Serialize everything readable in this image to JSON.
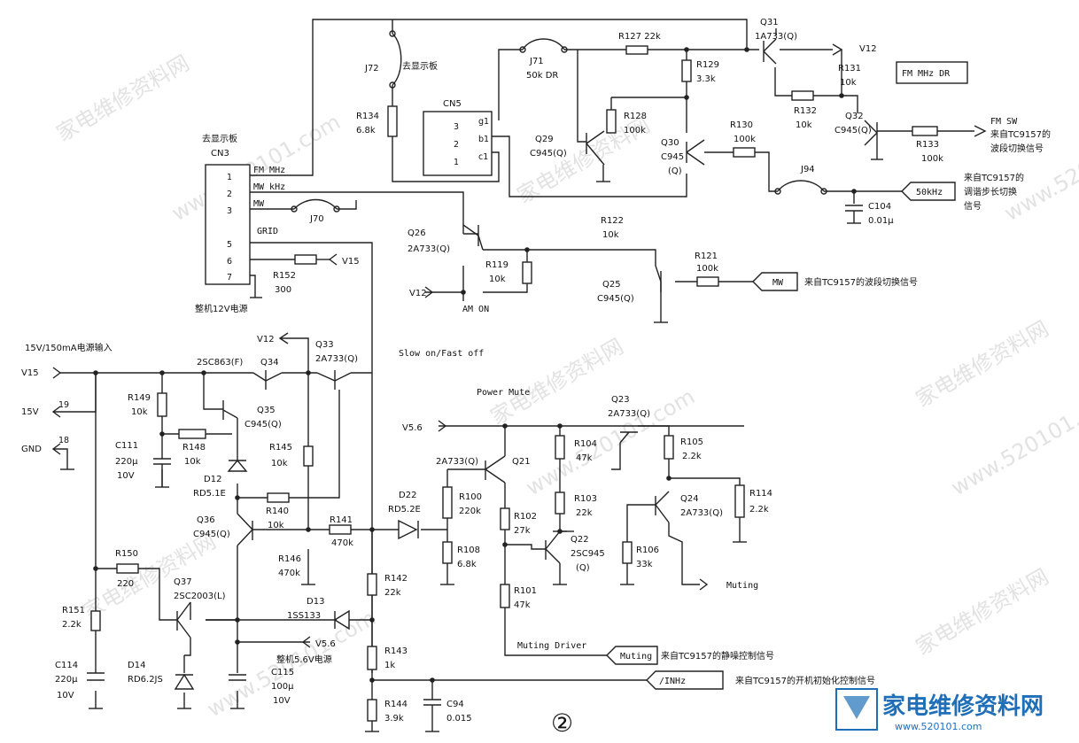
{
  "labels": {
    "q31": "Q31",
    "q31_type": "1A733(Q)",
    "v12_top": "V12",
    "r127": "R127 22k",
    "j71": "J71",
    "j71_val": "50k DR",
    "j72": "J72",
    "to_display_1": "去显示板",
    "r129": "R129",
    "r129_val": "3.3k",
    "r131": "R131",
    "r131_val": "10k",
    "fm_box": "FM MHz DR",
    "r132": "R132",
    "r132_val": "10k",
    "q32": "Q32",
    "q32_type": "C945(Q)",
    "r133": "R133",
    "r133_val": "100k",
    "fm_sw": "FM SW",
    "from_tc_band_1": "来自TC9157的",
    "from_tc_band_2": "波段切换信号",
    "r134": "R134",
    "r134_val": "6.8k",
    "cn5": "CN5",
    "cn5_g1": "g1",
    "cn5_b1": "b1",
    "cn5_c1": "c1",
    "cn5_3": "3",
    "cn5_2": "2",
    "cn5_1": "1",
    "r128": "R128",
    "r128_val": "100k",
    "q29": "Q29",
    "q29_type": "C945(Q)",
    "q30": "Q30",
    "q30_type": "C945",
    "q30_type2": "(Q)",
    "r130": "R130",
    "r130_val": "100k",
    "to_display_2": "去显示板",
    "cn3": "CN3",
    "pin1": "1",
    "pin2": "2",
    "pin3": "3",
    "pin5": "5",
    "pin6": "6",
    "pin7": "7",
    "fm_mhz": "FM MHz",
    "mw_khz": "MW kHz",
    "mw": "MW",
    "grid": "GRID",
    "j70": "J70",
    "j94": "J94",
    "c104": "C104",
    "c104_val": "0.01μ",
    "khz50": "50kHz",
    "from_tc_step_1": "来自TC9157的",
    "from_tc_step_2": "调谐步长切换",
    "from_tc_step_3": "信号",
    "q26": "Q26",
    "q26_type": "2A733(Q)",
    "r122": "R122",
    "r122_val": "10k",
    "r119": "R119",
    "r119_val": "10k",
    "v15_cn": "V15",
    "r152": "R152",
    "r152_val": "300",
    "r121": "R121",
    "r121_val": "100k",
    "q25": "Q25",
    "q25_type": "C945(Q)",
    "mw_tag": "MW",
    "from_tc_band2": "来自TC9157的波段切换信号",
    "v12_mid": "V12",
    "am_on": "AM ON",
    "whole_12v": "整机12V电源",
    "input_15v": "15V/150mA电源输入",
    "v12_q33": "V12",
    "q33": "Q33",
    "q33_type": "2A733(Q)",
    "slow_fast": "Slow on/Fast off",
    "v15": "V15",
    "q34": "Q34",
    "q34_type": "2SC863(F)",
    "v15_term": "15V",
    "pin19": "19",
    "r149": "R149",
    "r149_val": "10k",
    "q35": "Q35",
    "q35_type": "C945(Q)",
    "gnd": "GND",
    "pin18": "18",
    "r148": "R148",
    "r148_val": "10k",
    "c111": "C111",
    "c111_val": "220μ",
    "c111_v": "10V",
    "r145": "R145",
    "r145_val": "10k",
    "d12": "D12",
    "d12_type": "RD5.1E",
    "r140": "R140",
    "r140_val": "10k",
    "q36": "Q36",
    "q36_type": "C945(Q)",
    "r141": "R141",
    "r141_val": "470k",
    "d22": "D22",
    "d22_type": "RD5.2E",
    "r146": "R146",
    "r146_val": "470k",
    "power_mute": "Power Mute",
    "v56_top": "V5.6",
    "q23": "Q23",
    "q23_type": "2A733(Q)",
    "q21": "Q21",
    "q21_type": "2A733(Q)",
    "r104": "R104",
    "r104_val": "47k",
    "r105": "R105",
    "r105_val": "2.2k",
    "r100": "R100",
    "r100_val": "220k",
    "r103": "R103",
    "r103_val": "22k",
    "q24": "Q24",
    "q24_type": "2A733(Q)",
    "r114": "R114",
    "r114_val": "2.2k",
    "r102": "R102",
    "r102_val": "27k",
    "r108": "R108",
    "r108_val": "6.8k",
    "q22": "Q22",
    "q22_type": "2SC945",
    "q22_type2": "(Q)",
    "r106": "R106",
    "r106_val": "33k",
    "r150": "R150",
    "r150_val": "220",
    "q37": "Q37",
    "q37_type": "2SC2003(L)",
    "r142": "R142",
    "r142_val": "22k",
    "muting": "Muting",
    "r101": "R101",
    "r101_val": "47k",
    "r151": "R151",
    "r151_val": "2.2k",
    "d13": "D13",
    "d13_type": "1SS133",
    "v56": "V5.6",
    "whole_56v": "整机5.6V电源",
    "r143": "R143",
    "r143_val": "1k",
    "muting_driver": "Muting Driver",
    "muting_tag": "Muting",
    "from_tc_mute": "来自TC9157的静噪控制信号",
    "c114": "C114",
    "c114_val": "220μ",
    "c114_v": "10V",
    "d14": "D14",
    "d14_type": "RD6.2JS",
    "c115": "C115",
    "c115_val": "100μ",
    "c115_v": "10V",
    "inhz_tag": "/INHz",
    "from_tc_init": "来自TC9157的开机初始化控制信号",
    "r144": "R144",
    "r144_val": "3.9k",
    "c94": "C94",
    "c94_val": "0.015",
    "figure_num": "②"
  },
  "watermarks": [
    "家电维修资料网",
    "www.520101.com"
  ],
  "logo": {
    "text": "家电维修资料网",
    "url": "www.520101.com"
  },
  "colors": {
    "line": "#222222",
    "logo": "#1e6fb8",
    "watermark": "#bfbfbf"
  }
}
